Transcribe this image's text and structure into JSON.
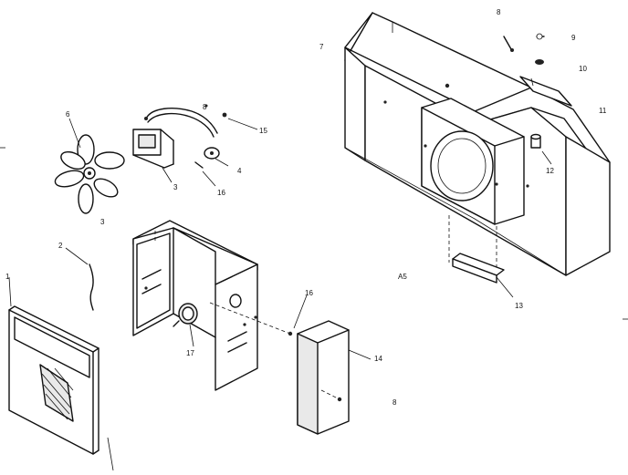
{
  "callouts": [
    {
      "id": "c1",
      "text": "1"
    },
    {
      "id": "c2",
      "text": "2"
    },
    {
      "id": "c3a",
      "text": "3"
    },
    {
      "id": "c3b",
      "text": "3"
    },
    {
      "id": "c4",
      "text": "4"
    },
    {
      "id": "c6",
      "text": "6"
    },
    {
      "id": "c7",
      "text": "7"
    },
    {
      "id": "c8a",
      "text": "8"
    },
    {
      "id": "c8b",
      "text": "8"
    },
    {
      "id": "c8c",
      "text": "8"
    },
    {
      "id": "c9",
      "text": "9"
    },
    {
      "id": "c10",
      "text": "10"
    },
    {
      "id": "c11",
      "text": "11"
    },
    {
      "id": "c12",
      "text": "12"
    },
    {
      "id": "c13",
      "text": "13"
    },
    {
      "id": "c14",
      "text": "14"
    },
    {
      "id": "c15",
      "text": "15"
    },
    {
      "id": "c16a",
      "text": "16"
    },
    {
      "id": "c16b",
      "text": "16"
    },
    {
      "id": "c17",
      "text": "17"
    }
  ],
  "assembly_label": "A5"
}
